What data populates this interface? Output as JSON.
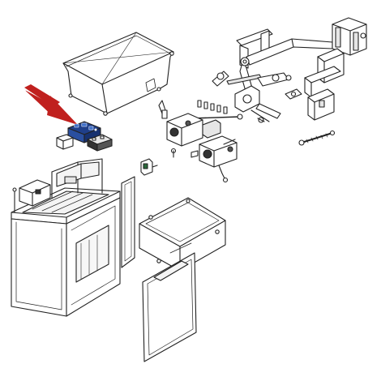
{
  "diagram": {
    "kind": "exploded-parts-view",
    "background": "#ffffff",
    "line_color": "#222222",
    "fill_color": "#ffffff",
    "shade_color": "#e6e6e6",
    "highlight": {
      "arrow_color": "#c0201e",
      "part_color": "#1f3f8a",
      "part_accent": "#3d6ec9",
      "points_to": "control-board-module"
    },
    "parts": [
      "cover-housing",
      "control-board-module",
      "secondary-electronics-module",
      "drive-frame-assembly",
      "linkage-arm-assembly",
      "cam-linkage",
      "bracket-plate",
      "motor-gearbox",
      "second-motor-gearbox",
      "limit-switch-bracket",
      "threaded-rod",
      "base-cabinet",
      "side-panel",
      "mounting-frame",
      "front-door-panel"
    ]
  }
}
